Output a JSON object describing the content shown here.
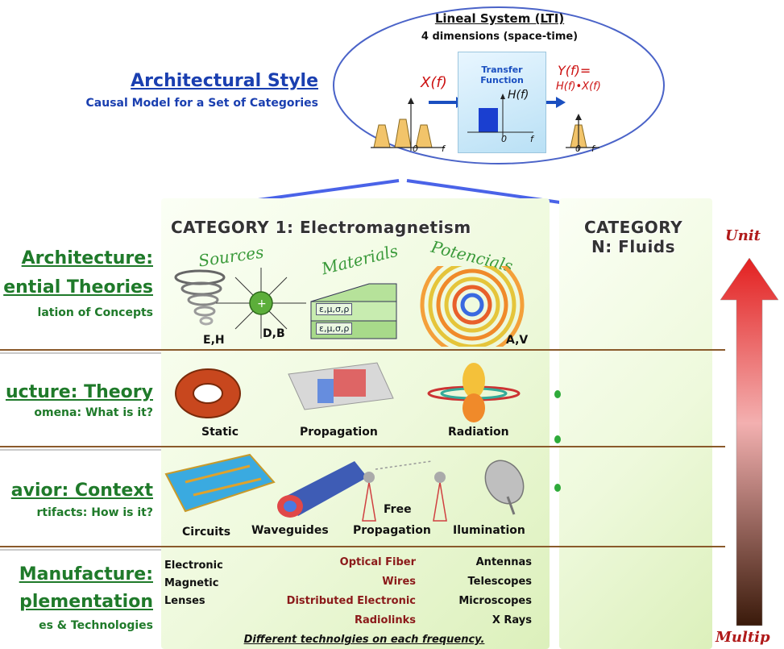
{
  "header": {
    "title": "Architectural Style",
    "subtitle": "Causal Model for a Set of Categories"
  },
  "lti": {
    "title": "Lineal System (LTI)",
    "subtitle": "4 dimensions (space-time)",
    "box_title": "Transfer Function",
    "box_h": "H(f)",
    "input": "X(f)",
    "output": "Y(f)=",
    "output2": "H(f)•X(f)",
    "zero": "0",
    "f": "f"
  },
  "left_rows": [
    {
      "title": "Architecture:",
      "title2": "ential Theories",
      "sub": "lation of Concepts"
    },
    {
      "title": "ucture: Theory",
      "sub": "omena: What is it?"
    },
    {
      "title": "avior: Context",
      "sub": "rtifacts: How is it?"
    },
    {
      "title": "Manufacture:",
      "title2": "plementation",
      "sub": "es & Technologies"
    }
  ],
  "category1": {
    "title": "CATEGORY 1: Electromagnetism",
    "scripts": [
      "Sources",
      "Materials",
      "Potencials"
    ],
    "labels_row1": [
      "E,H",
      "D,B",
      "A,V"
    ],
    "materials": [
      "ε,μ,σ,ρ",
      "ε,μ,σ,ρ"
    ],
    "labels_row2": [
      "Static",
      "Propagation",
      "Radiation"
    ],
    "labels_row3": [
      "Circuits",
      "Waveguides",
      "Free",
      "Propagation",
      "Ilumination"
    ],
    "tech_col1": [
      "Electronic",
      "Magnetic",
      "Lenses"
    ],
    "tech_col2": [
      "Optical Fiber",
      "Wires",
      "Distributed Electronic",
      "Radiolinks"
    ],
    "tech_col3": [
      "Antennas",
      "Telescopes",
      "Microscopes",
      "X Rays"
    ],
    "footer": "Different technolgies on each frequency."
  },
  "categoryN": {
    "title": "CATEGORY",
    "title2": "N: Fluids"
  },
  "scale": {
    "top": "Unit",
    "bottom": "Multip",
    "colors": {
      "top": "#e32020",
      "bottom": "#3a1a0a"
    }
  }
}
